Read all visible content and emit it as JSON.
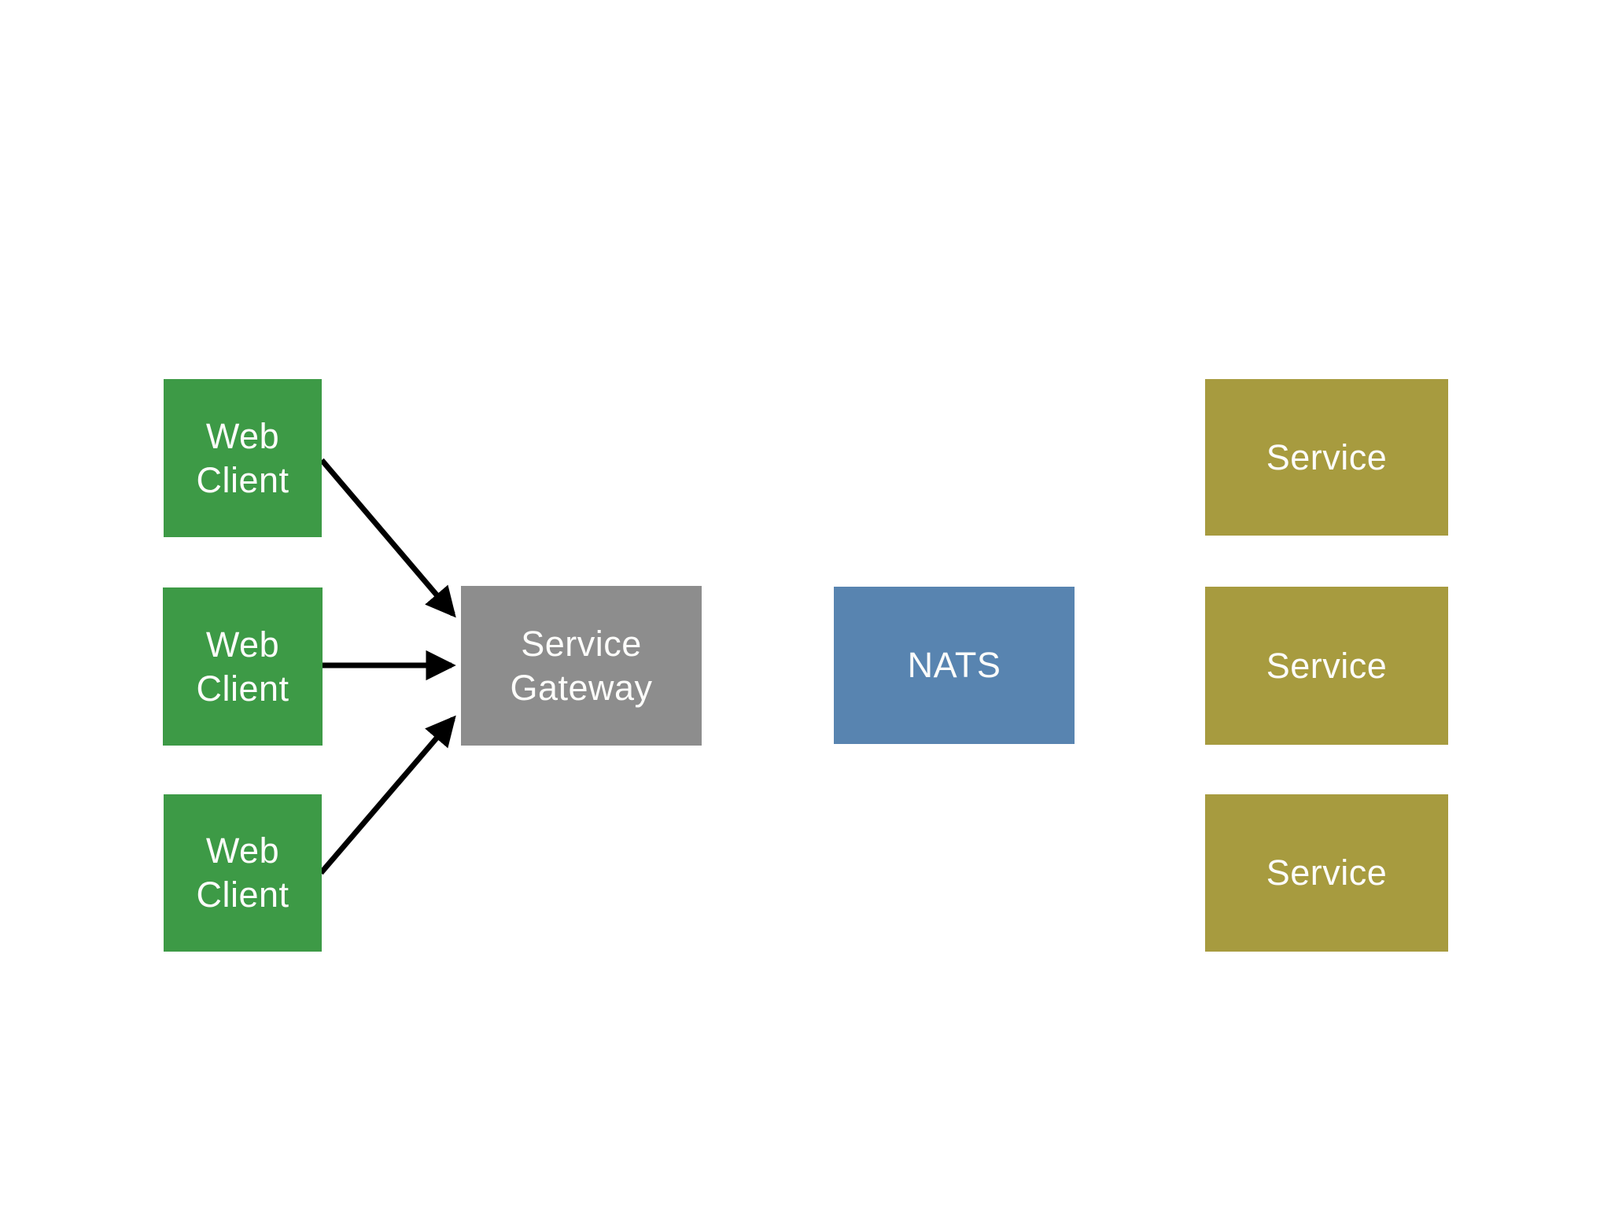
{
  "diagram": {
    "background_color": "#ffffff",
    "colors": {
      "web_client_fill": "#3d9a46",
      "service_gateway_fill": "#8d8d8d",
      "nats_fill": "#5884b0",
      "service_fill": "#a79b3f",
      "arrow": "#000000",
      "label_text": "#fcfcfa"
    },
    "nodes": {
      "web_client_1": {
        "lines": [
          "Web",
          "Client"
        ]
      },
      "web_client_2": {
        "lines": [
          "Web",
          "Client"
        ]
      },
      "web_client_3": {
        "lines": [
          "Web",
          "Client"
        ]
      },
      "service_gateway": {
        "lines": [
          "Service",
          "Gateway"
        ]
      },
      "nats": {
        "lines": [
          "NATS"
        ]
      },
      "service_1": {
        "lines": [
          "Service"
        ]
      },
      "service_2": {
        "lines": [
          "Service"
        ]
      },
      "service_3": {
        "lines": [
          "Service"
        ]
      }
    },
    "edges": [
      {
        "from": "web-client-1",
        "to": "service-gateway"
      },
      {
        "from": "web-client-2",
        "to": "service-gateway"
      },
      {
        "from": "web-client-3",
        "to": "service-gateway"
      }
    ]
  }
}
